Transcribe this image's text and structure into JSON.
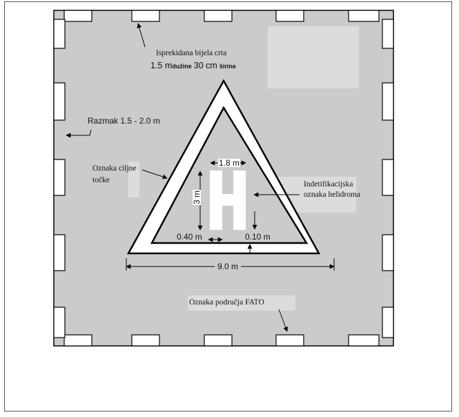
{
  "diagram": {
    "colors": {
      "pad_fill": "#cbcbcb",
      "stroke": "#000000",
      "white": "#ffffff",
      "light_patch": "#dcdcdc"
    },
    "labels": {
      "dashed_line": "Isprekidana bijela crta",
      "dash_length_value": "1.5 m",
      "dash_length_word": "dužine",
      "dash_width_value": "30 cm",
      "dash_width_word": "širine",
      "spacing": "Razmak 1.5 - 2.0 m",
      "aim_point_line1": "Oznaka ciljne",
      "aim_point_line2": "točke",
      "heliport_id_line1": "Indetifikacijska",
      "heliport_id_line2": "oznaka helidroma",
      "h_width": "1.8 m",
      "h_height": "3 m",
      "stroke_040": "0.40 m",
      "stroke_010": "0.10 m",
      "triangle_width": "9.0 m",
      "fato_marking": "Oznaka područja FATO"
    }
  }
}
